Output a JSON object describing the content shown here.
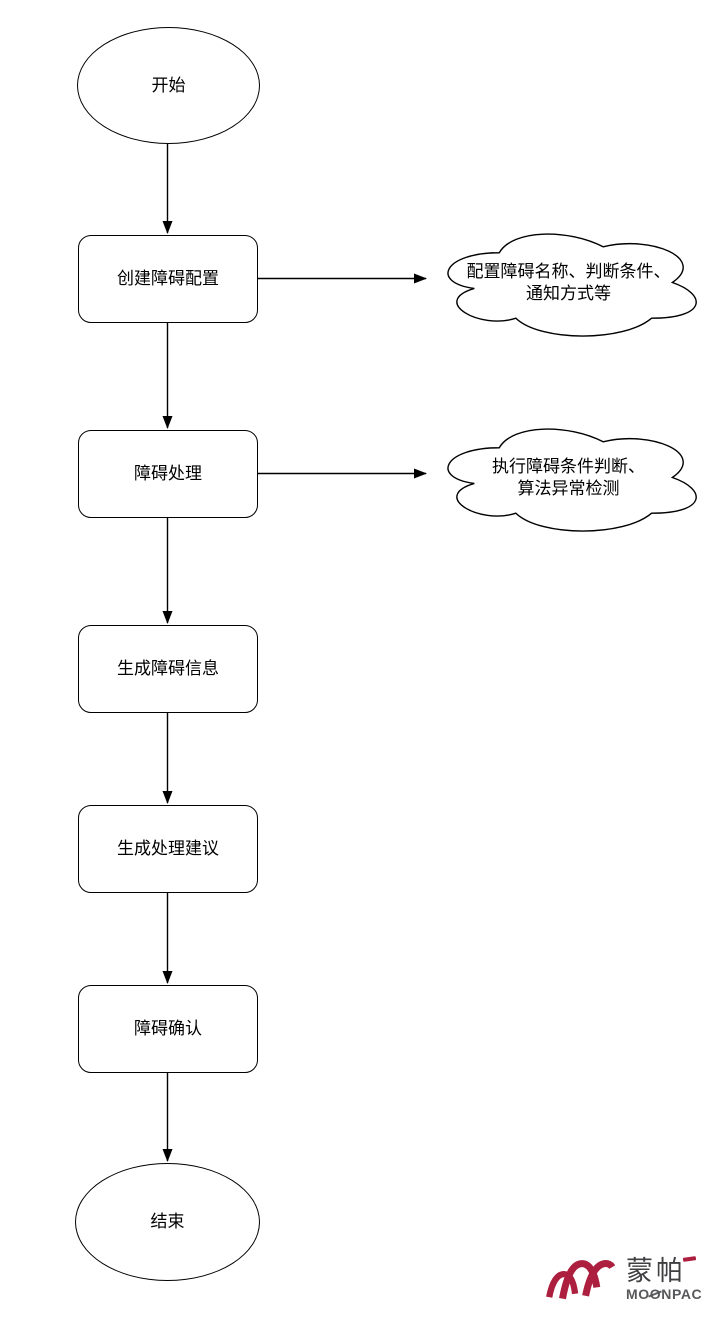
{
  "colors": {
    "shape_stroke": "#000000",
    "shape_fill": "#FFFFFF",
    "text": "#000000",
    "logo_red": "#AD1F3E",
    "logo_dark": "#3F3F41",
    "logo_gray": "#58595B"
  },
  "flowchart": {
    "nodes": [
      {
        "id": "start",
        "shape": "ellipse",
        "label": "开始"
      },
      {
        "id": "create-fault-config",
        "shape": "rounded-rectangle",
        "label": "创建障碍配置"
      },
      {
        "id": "fault-handling",
        "shape": "rounded-rectangle",
        "label": "障碍处理"
      },
      {
        "id": "generate-fault-info",
        "shape": "rounded-rectangle",
        "label": "生成障碍信息"
      },
      {
        "id": "generate-suggestion",
        "shape": "rounded-rectangle",
        "label": "生成处理建议"
      },
      {
        "id": "fault-confirm",
        "shape": "rounded-rectangle",
        "label": "障碍确认"
      },
      {
        "id": "end",
        "shape": "ellipse",
        "label": "结束"
      }
    ],
    "clouds": [
      {
        "id": "cloud-config-note",
        "lines": [
          "配置障碍名称、判断条件、",
          "通知方式等"
        ]
      },
      {
        "id": "cloud-exec-note",
        "lines": [
          "执行障碍条件判断、",
          "算法异常检测"
        ]
      }
    ],
    "edges": [
      {
        "from": "start",
        "to": "create-fault-config"
      },
      {
        "from": "create-fault-config",
        "to": "cloud-config-note"
      },
      {
        "from": "create-fault-config",
        "to": "fault-handling"
      },
      {
        "from": "fault-handling",
        "to": "cloud-exec-note"
      },
      {
        "from": "fault-handling",
        "to": "generate-fault-info"
      },
      {
        "from": "generate-fault-info",
        "to": "generate-suggestion"
      },
      {
        "from": "generate-suggestion",
        "to": "fault-confirm"
      },
      {
        "from": "fault-confirm",
        "to": "end"
      }
    ]
  },
  "logo": {
    "chinese": "蒙帕",
    "english": "MOONPAC"
  }
}
